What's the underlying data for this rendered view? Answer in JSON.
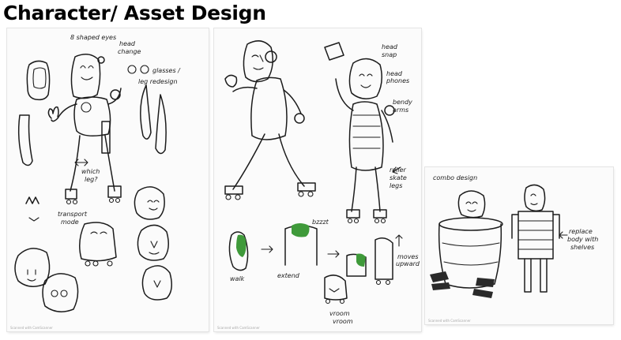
{
  "slide": {
    "title": "Character/ Asset Design"
  },
  "sheet1": {
    "notes": {
      "eyes": "8 shaped eyes",
      "head_line1": "head",
      "head_line2": "change",
      "glasses": "glasses /",
      "leg_redesign": "leg redesign",
      "which_line1": "which",
      "which_line2": "leg?",
      "transport_line1": "transport",
      "transport_line2": "mode"
    },
    "caption": "Scanned with CamScanner"
  },
  "sheet2": {
    "notes": {
      "head_snap_line1": "head",
      "head_snap_line2": "snap",
      "headphones_line1": "head",
      "headphones_line2": "phones",
      "bendy_line1": "bendy",
      "bendy_line2": "arms",
      "roller_line1": "roller",
      "roller_line2": "skate",
      "roller_line3": "legs",
      "bzzzt": "bzzzt",
      "walk": "walk",
      "extend": "extend",
      "moves_line1": "moves",
      "moves_line2": "upward",
      "vroom_line1": "vroom",
      "vroom_line2": "vroom"
    },
    "caption": "Scanned with CamScanner"
  },
  "sheet3": {
    "notes": {
      "combo": "combo design",
      "replace_line1": "replace",
      "replace_line2": "body with",
      "replace_line3": "shelves"
    },
    "caption": "Scanned with CamScanner"
  },
  "colors": {
    "ink": "#1c1c1c",
    "green": "#3f9a3a",
    "paper": "#fbfbfb"
  }
}
